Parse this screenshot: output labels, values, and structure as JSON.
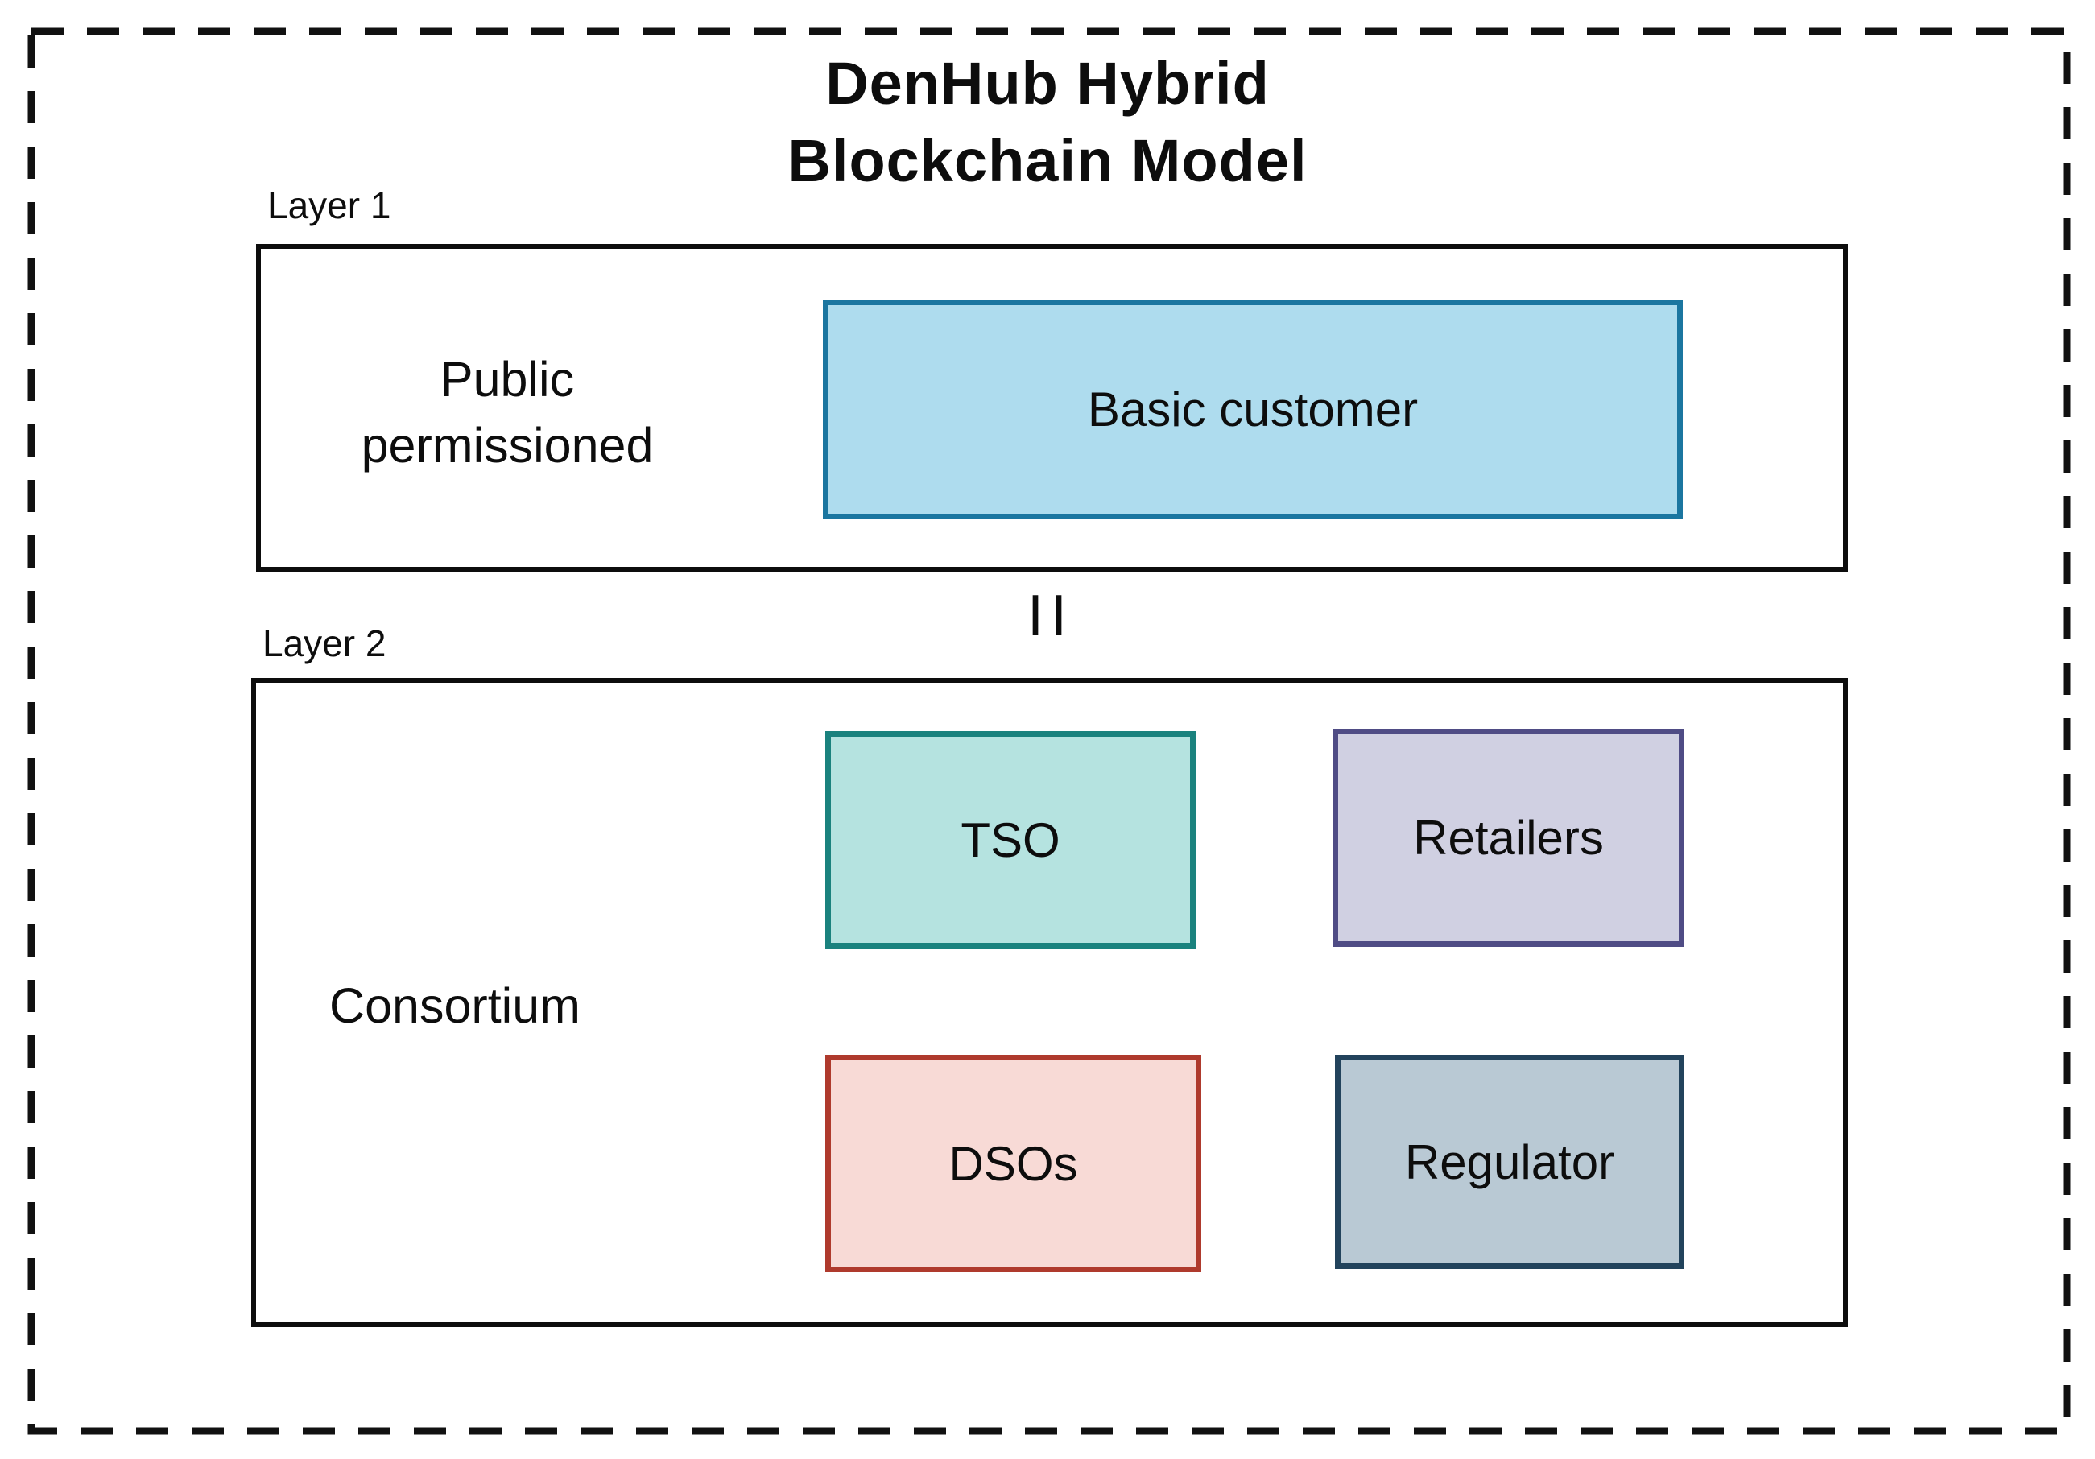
{
  "title": {
    "line1": "DenHub Hybrid",
    "line2": "Blockchain Model"
  },
  "layer1": {
    "label": "Layer 1",
    "region_label": "Public permissioned",
    "nodes": [
      {
        "label": "Basic customer",
        "fill": "#aedcee",
        "border": "#1b76a0"
      }
    ]
  },
  "connector": {
    "glyph": "II"
  },
  "layer2": {
    "label": "Layer 2",
    "region_label": "Consortium",
    "nodes": [
      {
        "label": "TSO",
        "fill": "#b5e3e0",
        "border": "#1a827e"
      },
      {
        "label": "Retailers",
        "fill": "#d0d0e2",
        "border": "#4f4c85"
      },
      {
        "label": "DSOs",
        "fill": "#f8dad6",
        "border": "#af3a2d"
      },
      {
        "label": "Regulator",
        "fill": "#b9c9d4",
        "border": "#22435c"
      }
    ]
  },
  "colors": {
    "background": "#ffffff",
    "outline": "#0d0d0d",
    "text": "#0d0d0d"
  }
}
